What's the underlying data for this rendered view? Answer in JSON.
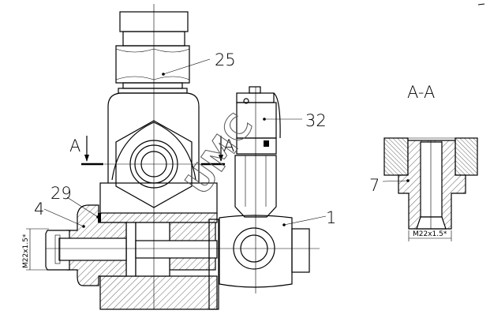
{
  "drawing": {
    "labels": {
      "part_25": "25",
      "part_32": "32",
      "part_29": "29",
      "part_4": "4",
      "part_1": "1",
      "part_7": "7"
    },
    "section_mark_left": "A",
    "section_mark_right": "A",
    "section_title": "A-A",
    "dimension_left": "M22x1.5*",
    "dimension_section": "M22x1.5*",
    "watermark": "UMC",
    "colors": {
      "line": "#000000",
      "background": "#ffffff"
    }
  }
}
